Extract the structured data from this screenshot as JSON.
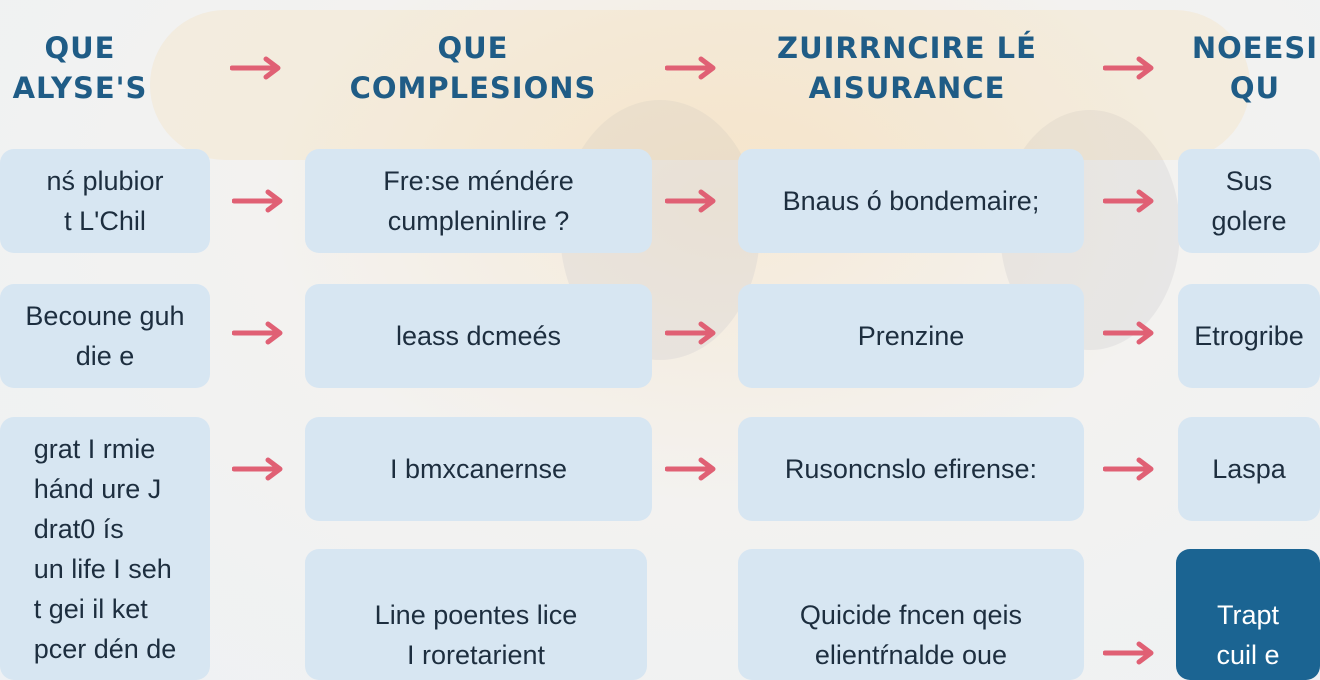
{
  "colors": {
    "accent": "#1f5c86",
    "box": "#d7e6f2",
    "highlight": "#1b6492",
    "arrow": "#e06074"
  },
  "headers": [
    {
      "line1": "QUE",
      "line2": "ALYSE'S"
    },
    {
      "line1": "QUE",
      "line2": "COMPLESIONS"
    },
    {
      "line1": "ZUIRRNCIRE LÉ",
      "line2": "AISURANCE"
    },
    {
      "line1": "NOEESI",
      "line2": "QU"
    }
  ],
  "rows": [
    [
      "nś plubior\nt L'Chil",
      "Fre:se méndére\ncumpleninlire ?",
      "Bnaus ó bondemaire;",
      "Sus\ngolere"
    ],
    [
      "Becoune guh\ndie e",
      "leass dcmeés",
      "Prenzine",
      "Etrogribe"
    ],
    [
      "grat I rmie\nhánd ure J\ndrat0 ís\nun life I seh\nt gei il ket\npcer dén de",
      "I bmxcanernse",
      "Rusoncnslo efirense:",
      "Laspa"
    ],
    [
      "",
      "Line poentes lice\nI roretarient",
      "Quicide fncen qeis\nelientŕnalde oue",
      "Trapt\ncuil e"
    ]
  ]
}
